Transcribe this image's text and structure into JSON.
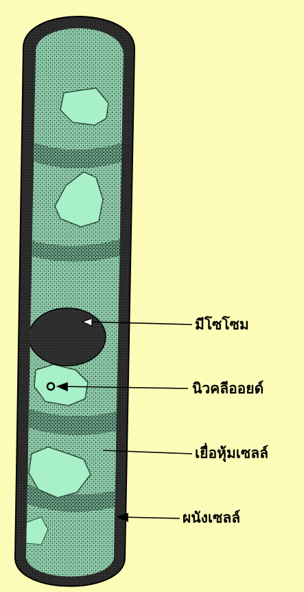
{
  "diagram": {
    "labels": {
      "mesosome": "มีโซโซม",
      "nucleoid": "นิวคลีออยด์",
      "cell_membrane": "เยื่อหุ้มเซลล์",
      "cell_wall": "ผนังเซลล์"
    },
    "colors": {
      "background": "#fdfbb8",
      "cytoplasm": "#93d3b0",
      "vacuole": "#a8f0c8",
      "wall": "#1a1a1a",
      "ink": "#000000"
    }
  }
}
